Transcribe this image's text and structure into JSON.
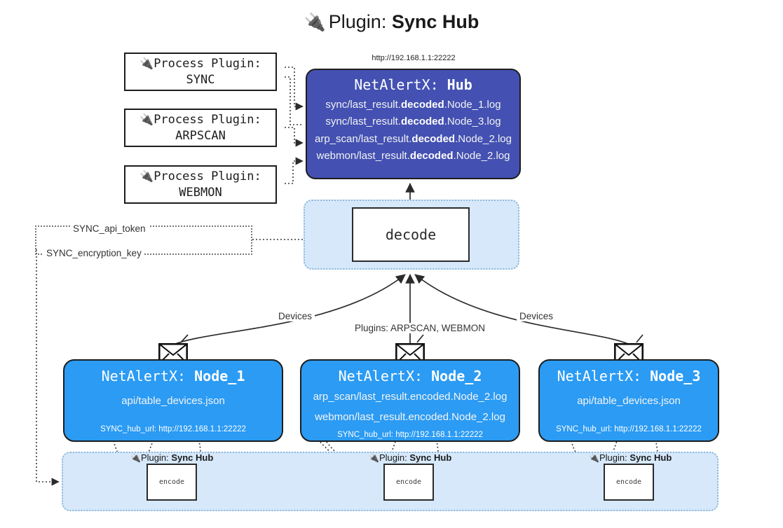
{
  "title": {
    "icon": "plug-icon",
    "prefix": "Plugin:",
    "name": "Sync Hub"
  },
  "hub": {
    "url": "http://192.168.1.1:22222",
    "header_prefix": "NetAlertX:",
    "header_name": "Hub",
    "logs": [
      {
        "pre": "sync/last_result.",
        "bold": "decoded",
        "post": ".Node_1.log"
      },
      {
        "pre": "sync/last_result.",
        "bold": "decoded",
        "post": ".Node_3.log"
      },
      {
        "pre": "arp_scan/last_result.",
        "bold": "decoded",
        "post": ".Node_2.log"
      },
      {
        "pre": "webmon/last_result.",
        "bold": "decoded",
        "post": ".Node_2.log"
      }
    ]
  },
  "process_plugins": [
    {
      "icon": "plug-icon",
      "line1": "Process Plugin:",
      "line2": "SYNC"
    },
    {
      "icon": "plug-icon",
      "line1": "Process Plugin:",
      "line2": "ARPSCAN"
    },
    {
      "icon": "plug-icon",
      "line1": "Process Plugin:",
      "line2": "WEBMON"
    }
  ],
  "decode": {
    "label": "decode"
  },
  "edge_labels": {
    "api_token": "SYNC_api_token",
    "encryption_key": "SYNC_encryption_key",
    "devices_left": "Devices",
    "devices_right": "Devices",
    "plugins": "Plugins: ARPSCAN, WEBMON"
  },
  "nodes": [
    {
      "header_prefix": "NetAlertX:",
      "header_name": "Node_1",
      "lines": [
        "api/table_devices.json"
      ],
      "url_label": "SYNC_hub_url: http://192.168.1.1:22222",
      "icon": "envelope-icon"
    },
    {
      "header_prefix": "NetAlertX:",
      "header_name": "Node_2",
      "lines": [
        "arp_scan/last_result.encoded.Node_2.log",
        "webmon/last_result.encoded.Node_2.log"
      ],
      "url_label": "SYNC_hub_url: http://192.168.1.1:22222",
      "icon": "envelope-icon"
    },
    {
      "header_prefix": "NetAlertX:",
      "header_name": "Node_3",
      "lines": [
        "api/table_devices.json"
      ],
      "url_label": "SYNC_hub_url: http://192.168.1.1:22222",
      "icon": "envelope-icon"
    }
  ],
  "encoders": [
    {
      "icon": "plug-icon",
      "prefix": "Plugin:",
      "name": "Sync Hub",
      "box_label": "encode"
    },
    {
      "icon": "plug-icon",
      "prefix": "Plugin:",
      "name": "Sync Hub",
      "box_label": "encode"
    },
    {
      "icon": "plug-icon",
      "prefix": "Plugin:",
      "name": "Sync Hub",
      "box_label": "encode"
    }
  ],
  "colors": {
    "hub_fill": "#4451b2",
    "node_fill": "#2b9bf4",
    "subgraph_fill": "#d6e8fa",
    "subgraph_border": "#8fb8da",
    "stroke": "#1d1d1d"
  }
}
